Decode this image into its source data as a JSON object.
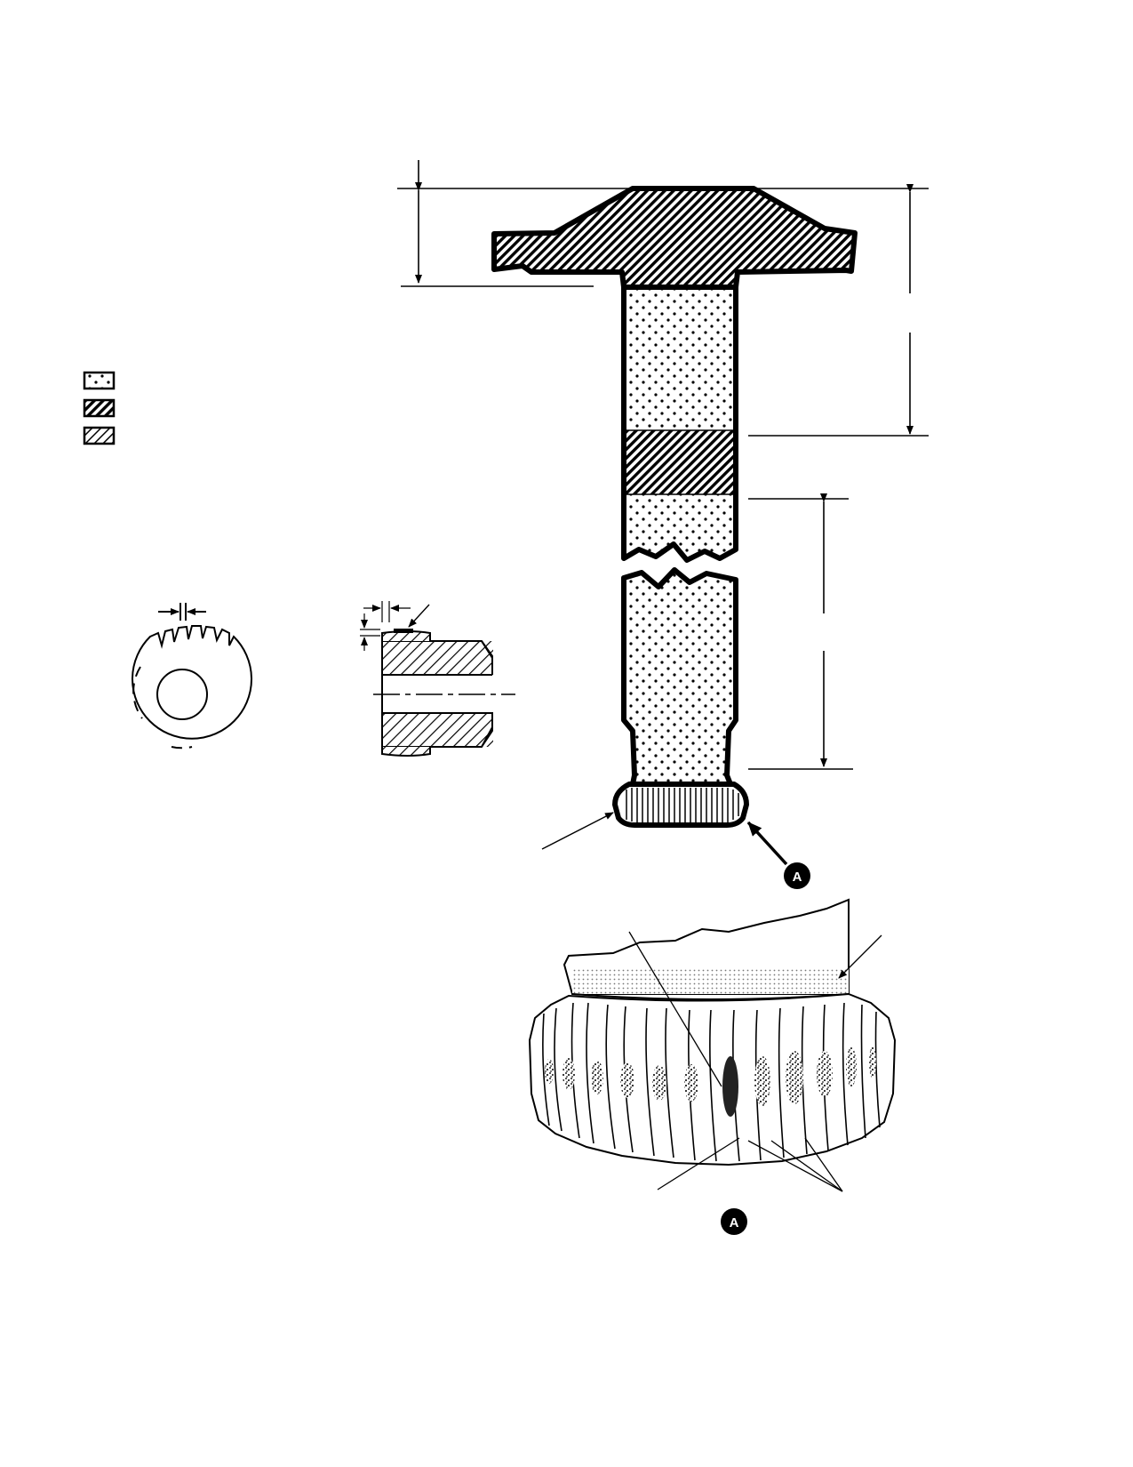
{
  "callouts": {
    "pinion_arrow": "A",
    "gear_detail": "A"
  },
  "legend": {
    "swatches": [
      {
        "id": "dotted"
      },
      {
        "id": "crosshatch-dark"
      },
      {
        "id": "crosshatch-light"
      }
    ]
  },
  "colors": {
    "ink": "#000000",
    "paper": "#ffffff"
  }
}
